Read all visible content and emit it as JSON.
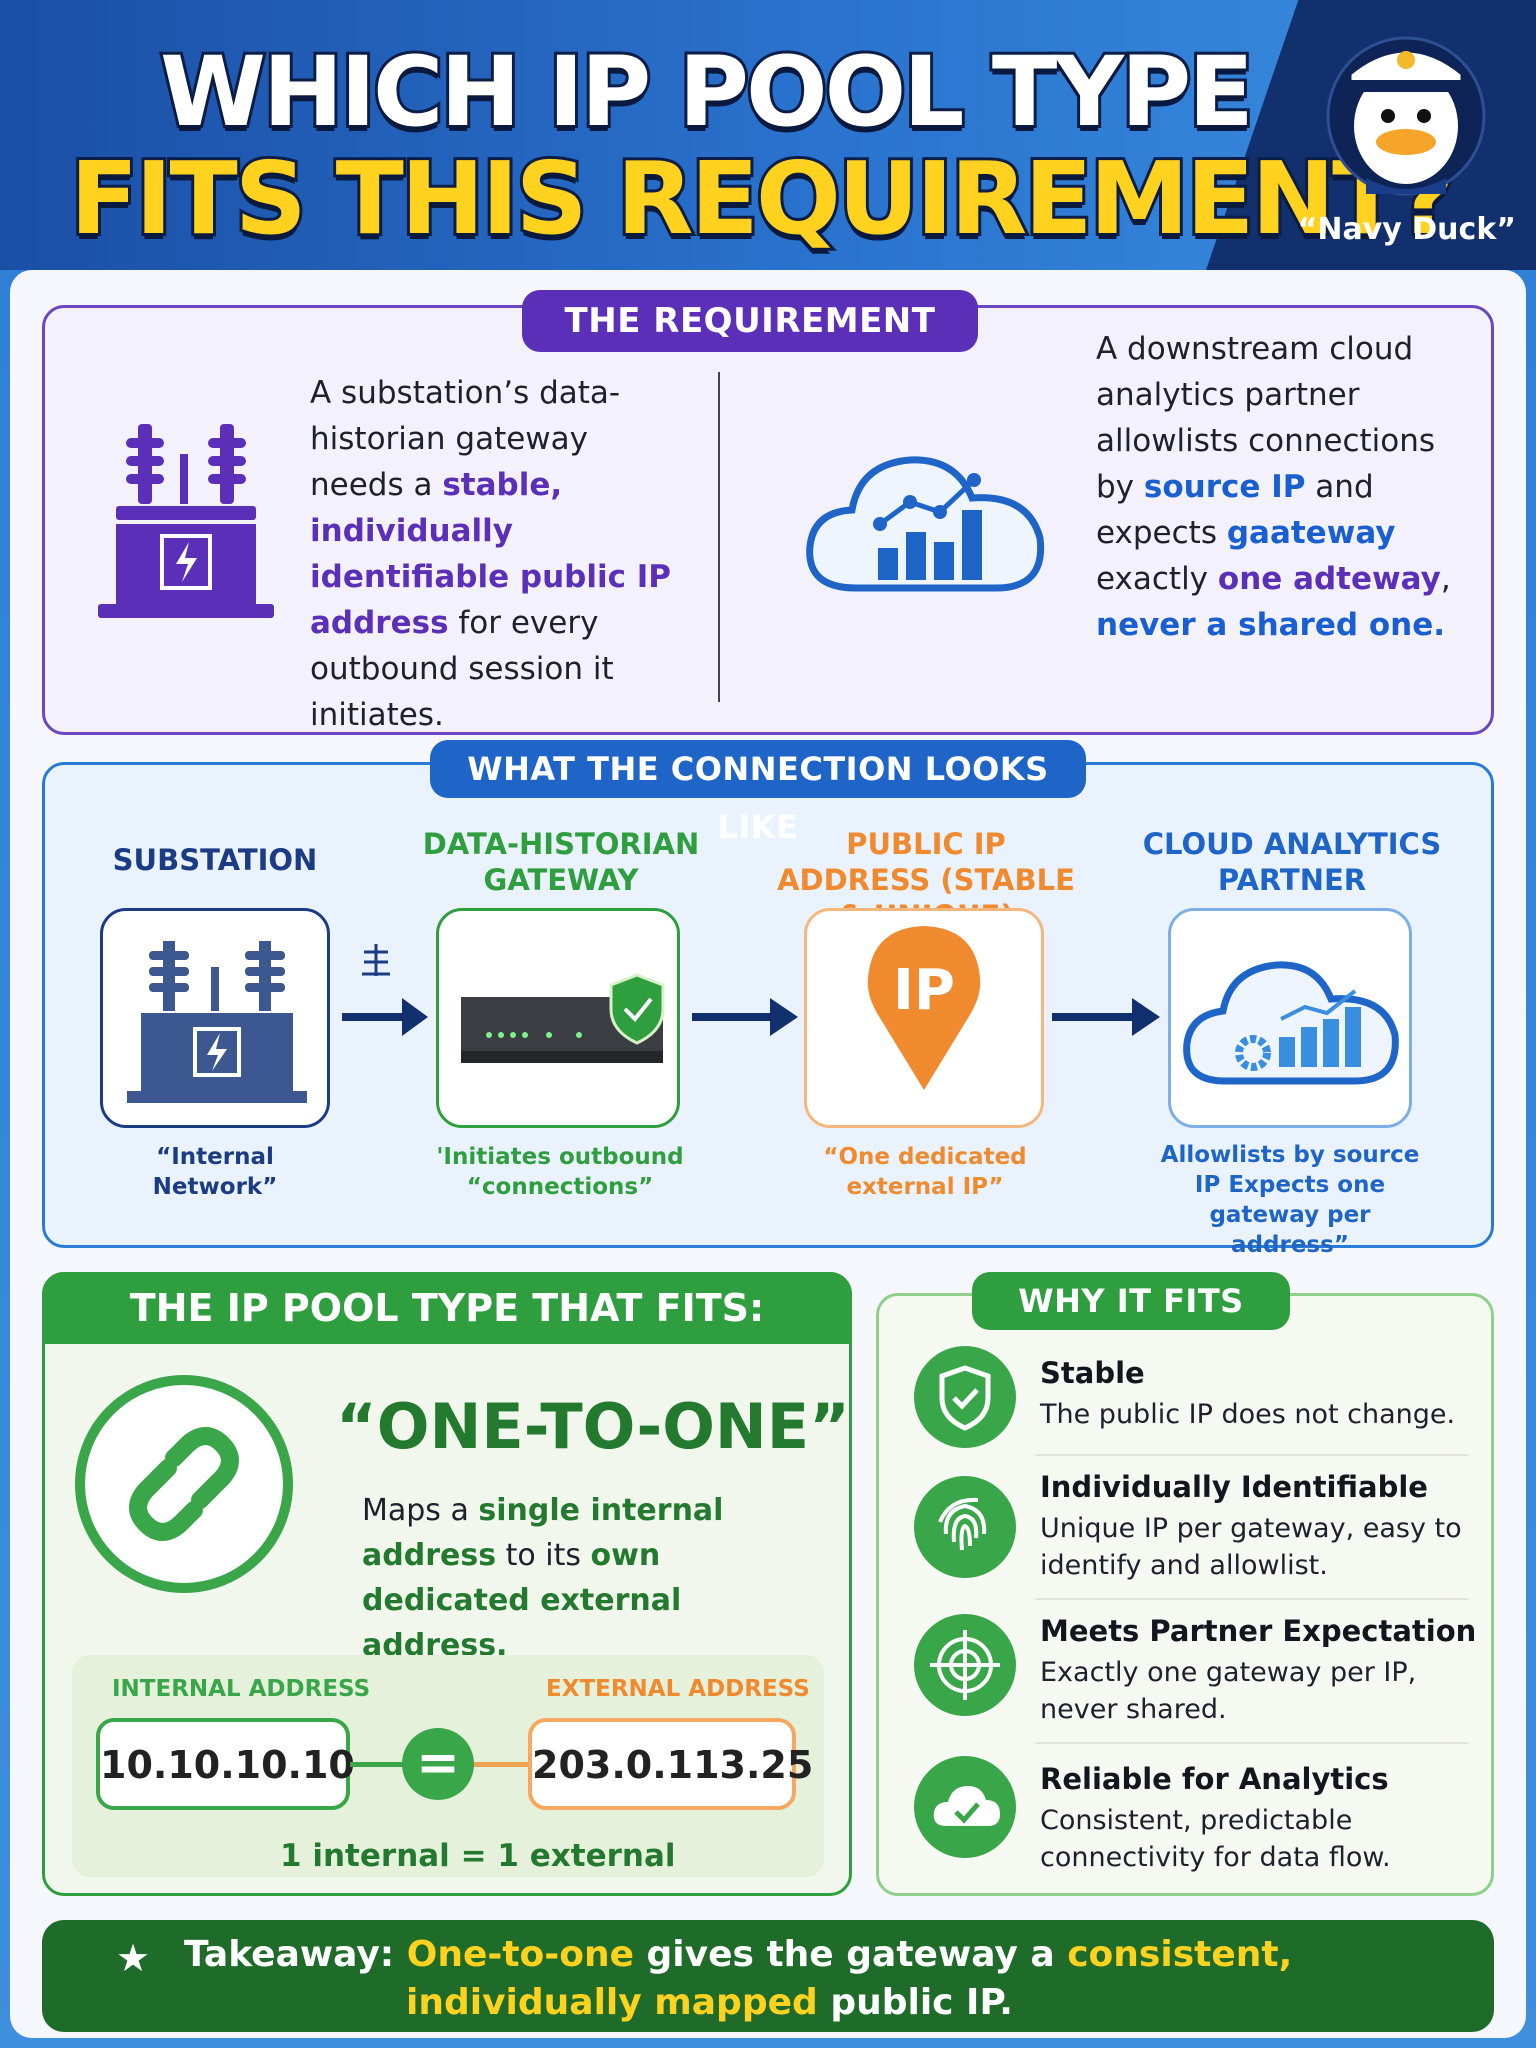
{
  "header": {
    "title_line1": "WHICH IP POOL TYPE",
    "title_line2": "FITS THIS REQUIREMENT?",
    "mascot_caption": "“Navy Duck”"
  },
  "requirement": {
    "heading": "THE REQUIREMENT",
    "left": {
      "part1": "A substation’s data-historian gateway needs a ",
      "highlight": "stable, individually identifiable public IP address",
      "part2": " for every outbound session it initiates."
    },
    "right": {
      "part1": "A downstream cloud analytics partner allowlists connections by ",
      "highlight1": "source IP",
      "part2": " and expects ",
      "garbled1": "gaateway",
      "part3": " exactly ",
      "garbled2": "one adteway",
      "part4": ",",
      "highlight2": "never a shared one."
    }
  },
  "connection": {
    "heading": "WHAT THE CONNECTION LOOKS LIKE",
    "stages": [
      {
        "label": "SUBSTATION",
        "caption": "“Internal Network”"
      },
      {
        "label": "DATA-HISTORIAN GATEWAY",
        "caption": "'Initiates outbound “connections”"
      },
      {
        "label": "PUBLIC IP ADDRESS (STABLE & UNIQUE)",
        "caption": "“One dedicated external IP”",
        "icon_text": "IP"
      },
      {
        "label": "CLOUD ANALYTICS PARTNER",
        "caption": "Allowlists by source IP Expects one gateway per address”"
      }
    ],
    "colors": {
      "substation": "#1b3c84",
      "gateway": "#2e9e3e",
      "ip": "#f08a2e",
      "cloud": "#1f65c8"
    }
  },
  "fits": {
    "heading": "THE IP POOL TYPE THAT FITS:",
    "name": "“ONE-TO-ONE”",
    "desc_part1": "Maps a ",
    "desc_hl1": "single internal address",
    "desc_part2": " to its ",
    "desc_hl2": "own dedicated external address.",
    "internal_label": "INTERNAL ADDRESS",
    "internal_value": "10.10.10.10",
    "external_label": "EXTERNAL ADDRESS",
    "external_value": "203.0.113.25",
    "equals_symbol": "=",
    "equation": "1 internal = 1 external"
  },
  "why": {
    "heading": "WHY IT FITS",
    "items": [
      {
        "title": "Stable",
        "text": "The public IP does not change.",
        "icon": "shield-check-icon"
      },
      {
        "title": "Individually Identifiable",
        "text": "Unique IP per gateway, easy to identify and allowlist.",
        "icon": "fingerprint-icon"
      },
      {
        "title": "Meets Partner Expectation",
        "text": "Exactly one gateway per IP, never shared.",
        "icon": "target-icon"
      },
      {
        "title": "Reliable for Analytics",
        "text": "Consistent, predictable connectivity for data flow.",
        "icon": "cloud-check-icon"
      }
    ]
  },
  "takeaway": {
    "star": "★",
    "prefix": "Takeaway: ",
    "hl1": "One-to-one",
    "mid": " gives the gateway a ",
    "hl2": "consistent,",
    "hl3": "individually mapped",
    "suffix": " public IP."
  }
}
